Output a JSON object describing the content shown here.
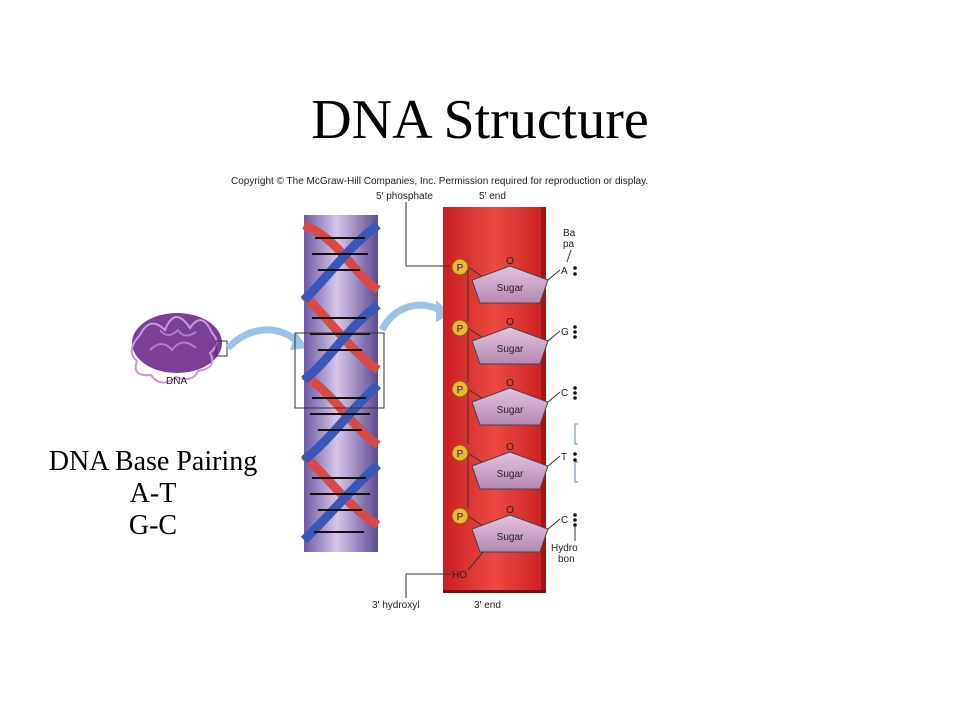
{
  "slide": {
    "title": "DNA Structure"
  },
  "figure": {
    "copyright": "Copyright © The McGraw-Hill Companies, Inc. Permission required for reproduction or display.",
    "dna_label": "DNA",
    "five_prime_phosphate": "5′ phosphate",
    "five_prime_end": "5′ end",
    "three_prime_hydroxyl": "3′ hydroxyl",
    "three_prime_end": "3′ end",
    "phosphate_symbol": "P",
    "oxygen_symbol": "O",
    "sugar_label": "Sugar",
    "hydroxyl_label": "HO",
    "bases": [
      "A",
      "G",
      "C",
      "T",
      "C"
    ],
    "base_pair_label_lines": [
      "Ba",
      "pa"
    ],
    "hydrogen_bond_label_lines": [
      "Hydro",
      "bon"
    ],
    "colors": {
      "backbone_red": "#e0342f",
      "phosphate_yellow": "#f0b43a",
      "sugar_pink": "#c9a0c4",
      "helix_purple": "#8e6bb0",
      "dna_blob_purple": "#7b3f98",
      "arrow_blue": "#9cc3e6"
    }
  },
  "base_pairing": {
    "heading": "DNA Base Pairing",
    "pairs": [
      "A-T",
      "G-C"
    ]
  }
}
